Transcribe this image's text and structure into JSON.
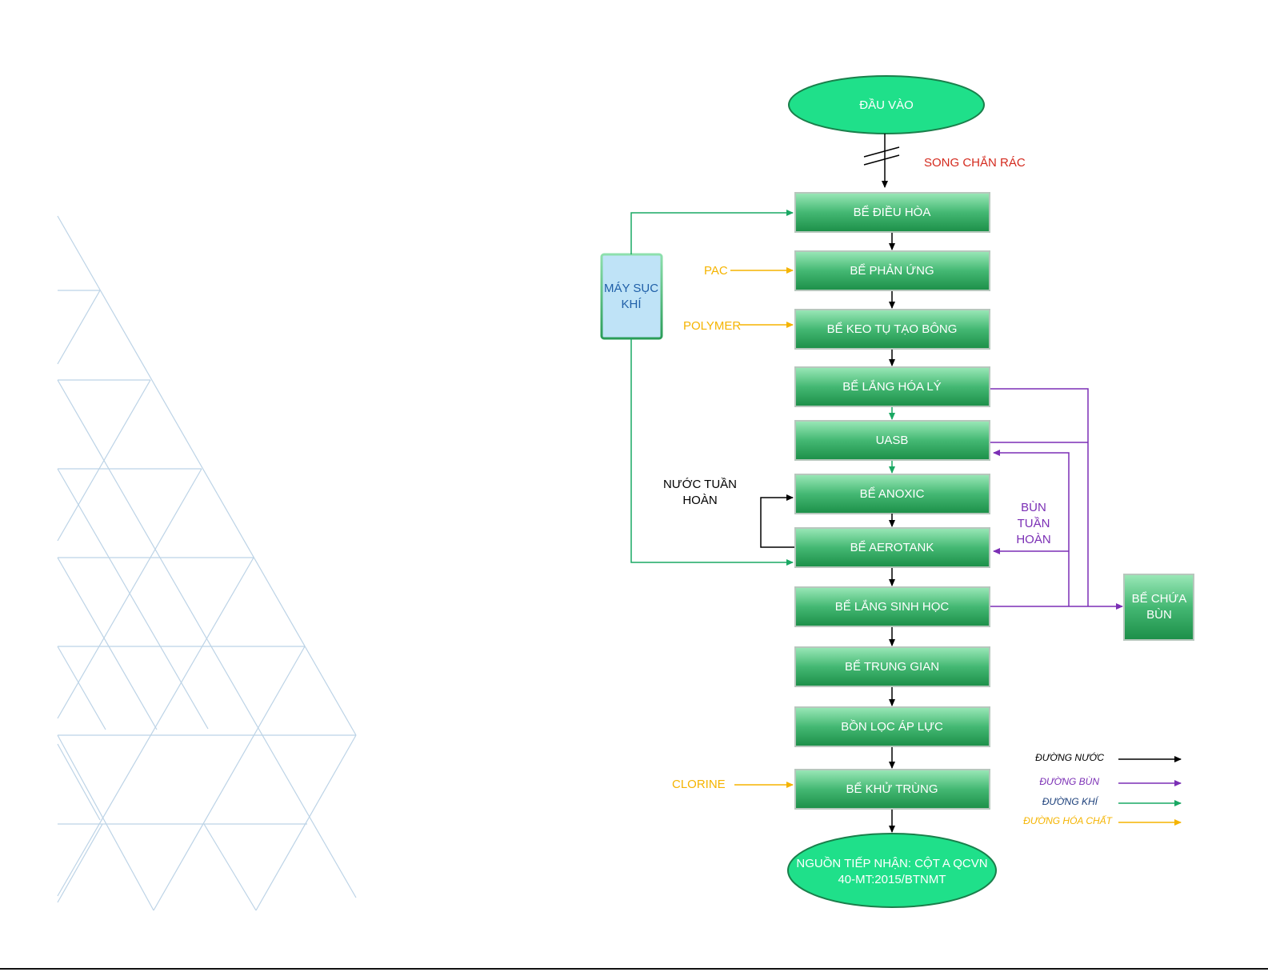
{
  "diagram": {
    "start": {
      "line1": "ĐẦU VÀO"
    },
    "screen_label": "SONG CHẮN RÁC",
    "steps": [
      "BỂ ĐIỀU HÒA",
      "BỂ PHẢN ỨNG",
      "BỂ KEO TỤ TẠO BÔNG",
      "BỂ LẮNG HÓA LÝ",
      "UASB",
      "BỂ ANOXIC",
      "BỂ AEROTANK",
      "BỂ LẮNG SINH HỌC",
      "BỂ TRUNG GIAN",
      "BỒN LỌC ÁP LỰC",
      "BỂ KHỬ TRÙNG"
    ],
    "end": {
      "line1": "NGUỒN TIẾP NHẬN: CỘT A QCVN",
      "line2": "40-MT:2015/BTNMT"
    },
    "blower": {
      "line1": "MÁY SỤC",
      "line2": "KHÍ"
    },
    "sludge_tank": {
      "line1": "BỂ CHỨA",
      "line2": "BÙN"
    },
    "chemicals": {
      "pac": "PAC",
      "polymer": "POLYMER",
      "clorine": "CLORINE"
    },
    "recirc_water": {
      "line1": "NƯỚC TUẦN",
      "line2": "HOÀN"
    },
    "recirc_sludge": {
      "line1": "BÙN",
      "line2": "TUẦN",
      "line3": "HOÀN"
    },
    "legend": {
      "water": "ĐƯỜNG NƯỚC",
      "sludge": "ĐƯỜNG BÙN",
      "air": "ĐƯỜNG KHÍ",
      "chemical": "ĐƯỜNG HÓA CHẤT"
    },
    "colors": {
      "box_top": "#8fe3b0",
      "box_bottom": "#1e9a4f",
      "ellipse": "#1fe08a",
      "water_line": "#000000",
      "sludge_line": "#7b2fb5",
      "air_line": "#1aa863",
      "chemical_line": "#f5b400",
      "screen_label": "#d42a1e",
      "blower_fill": "#bfe3f7"
    }
  }
}
